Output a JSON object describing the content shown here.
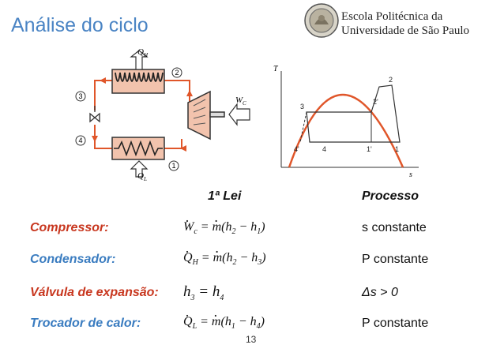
{
  "header": {
    "title": "Análise do ciclo",
    "institution_line1": "Escola Politécnica da",
    "institution_line2": "Universidade de São Paulo"
  },
  "diagram": {
    "state_labels": [
      "1",
      "2",
      "3",
      "4"
    ],
    "heat_in": "Q",
    "heat_in_sub": "H",
    "heat_out": "Q",
    "heat_out_sub": "L",
    "work": "W",
    "work_sub": "C"
  },
  "ts_chart": {
    "y_axis": "T",
    "x_axis": "s",
    "points": [
      "1",
      "2",
      "2'",
      "3",
      "4",
      "4'",
      "1'"
    ]
  },
  "table": {
    "col_law": "1ª Lei",
    "col_process": "Processo",
    "rows": [
      {
        "label": "Compressor:",
        "process": "s constante"
      },
      {
        "label": "Condensador:",
        "process": "P constante"
      },
      {
        "label": "Válvula de expansão:",
        "process": "Δs > 0"
      },
      {
        "label": "Trocador de calor:",
        "process": "P constante"
      }
    ]
  },
  "page_number": "13",
  "colors": {
    "title": "#4a84c4",
    "red": "#c8371f",
    "blue": "#3a7cc0",
    "diagram_red": "#e0562a"
  }
}
